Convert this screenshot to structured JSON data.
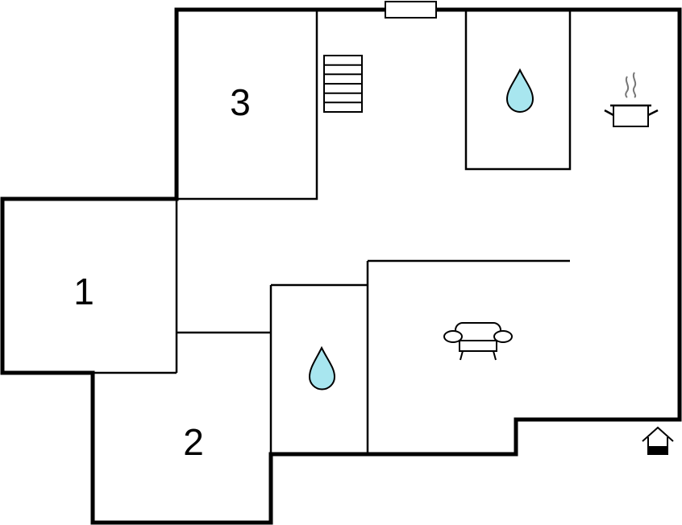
{
  "floorplan": {
    "rooms": [
      {
        "id": "room-1",
        "label": "1"
      },
      {
        "id": "room-2",
        "label": "2"
      },
      {
        "id": "room-3",
        "label": "3"
      }
    ],
    "icons": [
      {
        "name": "stairs-icon"
      },
      {
        "name": "water-drop-icon-bathroom-top"
      },
      {
        "name": "water-drop-icon-bathroom-bottom"
      },
      {
        "name": "cooking-pot-icon"
      },
      {
        "name": "sofa-icon"
      },
      {
        "name": "entrance-icon"
      }
    ],
    "colors": {
      "wall": "#000000",
      "water": "#a8e6ef",
      "steam": "#777777",
      "background": "#ffffff"
    }
  }
}
